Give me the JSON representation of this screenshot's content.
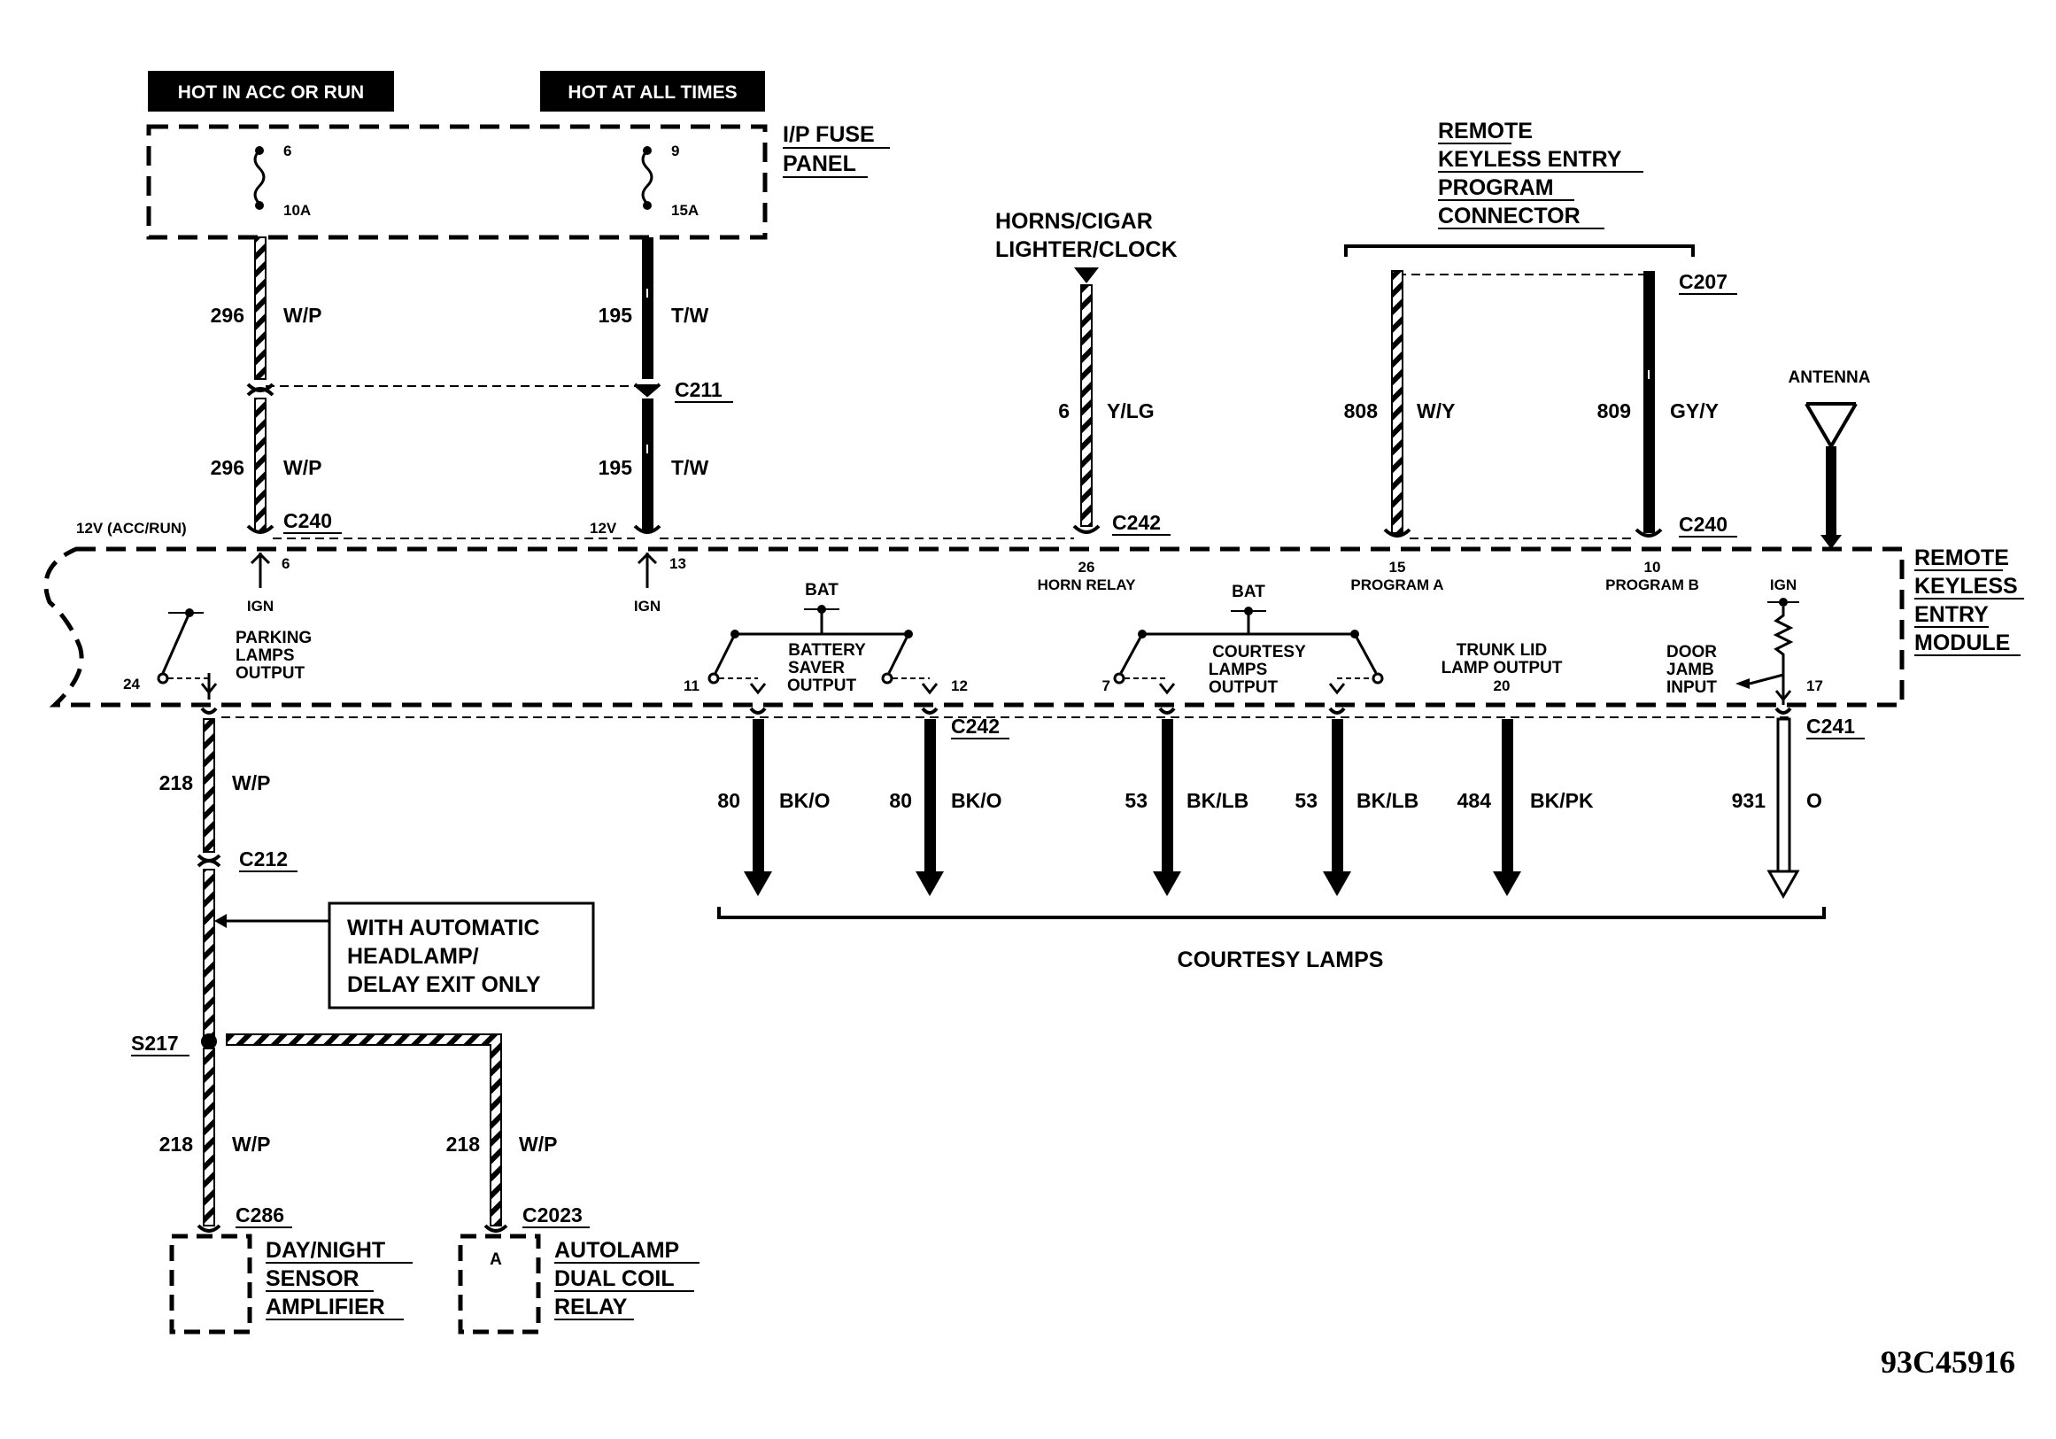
{
  "power": {
    "hot_in_acc_or_run": "HOT IN ACC OR RUN",
    "hot_at_all_times": "HOT AT ALL TIMES"
  },
  "fuse_panel": {
    "title_line1": "I/P FUSE",
    "title_line2": "PANEL",
    "fuse_a_number": "6",
    "fuse_a_rating": "10A",
    "fuse_b_number": "9",
    "fuse_b_rating": "15A"
  },
  "circuits": {
    "c296": "296",
    "c296_color": "W/P",
    "c195": "195",
    "c195_color": "T/W",
    "c6": "6",
    "c6_color": "Y/LG",
    "c808": "808",
    "c808_color": "W/Y",
    "c809": "809",
    "c809_color": "GY/Y",
    "c218": "218",
    "c218_color": "W/P",
    "c80": "80",
    "c80_color": "BK/O",
    "c53": "53",
    "c53_color": "BK/LB",
    "c484": "484",
    "c484_color": "BK/PK",
    "c931": "931",
    "c931_color": "O"
  },
  "connectors": {
    "c211": "C211",
    "c240": "C240",
    "c242": "C242",
    "c207": "C207",
    "c241": "C241",
    "c212": "C212",
    "c286": "C286",
    "c2023": "C2023",
    "s217": "S217"
  },
  "labels": {
    "horns_line1": "HORNS/CIGAR",
    "horns_line2": "LIGHTER/CLOCK",
    "rke_prog_1": "REMOTE",
    "rke_prog_2": "KEYLESS ENTRY",
    "rke_prog_3": "PROGRAM",
    "rke_prog_4": "CONNECTOR",
    "antenna": "ANTENNA",
    "module_1": "REMOTE",
    "module_2": "KEYLESS",
    "module_3": "ENTRY",
    "module_4": "MODULE",
    "v12_acc_run": "12V (ACC/RUN)",
    "v12": "12V",
    "ign": "IGN",
    "bat": "BAT",
    "horn_relay": "HORN RELAY",
    "program_a": "PROGRAM A",
    "program_b": "PROGRAM B",
    "parking_1": "PARKING",
    "parking_2": "LAMPS",
    "parking_3": "OUTPUT",
    "battery_1": "BATTERY",
    "battery_2": "SAVER",
    "battery_3": "OUTPUT",
    "courtesy_1": "COURTESY",
    "courtesy_2": "LAMPS",
    "courtesy_3": "OUTPUT",
    "trunk_1": "TRUNK LID",
    "trunk_2": "LAMP OUTPUT",
    "door_1": "DOOR",
    "door_2": "JAMB",
    "door_3": "INPUT",
    "courtesy_lamps": "COURTESY LAMPS",
    "auto_head_1": "WITH AUTOMATIC",
    "auto_head_2": "HEADLAMP/",
    "auto_head_3": "DELAY EXIT ONLY",
    "daynight_1": "DAY/NIGHT",
    "daynight_2": "SENSOR",
    "daynight_3": "AMPLIFIER",
    "autolamp_1": "AUTOLAMP",
    "autolamp_2": "DUAL COIL",
    "autolamp_3": "RELAY",
    "pin_a": "A",
    "figure_code": "93C45916"
  },
  "pins": {
    "p6": "6",
    "p13": "13",
    "p26": "26",
    "p15": "15",
    "p10": "10",
    "p24": "24",
    "p11": "11",
    "p12": "12",
    "p7": "7",
    "p20": "20",
    "p17": "17"
  }
}
